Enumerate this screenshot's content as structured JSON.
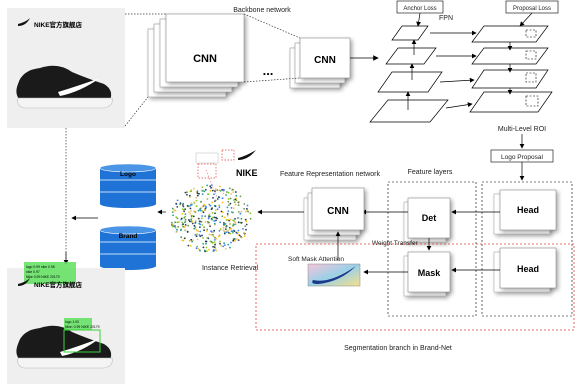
{
  "labels": {
    "backbone": "Backbone network",
    "cnn": "CNN",
    "ellipsis": "...",
    "fpn": "FPN",
    "anchor_loss": "Anchor Loss",
    "proposal_loss": "Proposal Loss",
    "multi_level_roi": "Multi-Level ROI",
    "logo_proposal": "Logo Proposal",
    "feature_layers": "Feature layers",
    "feature_rep": "Feature Representation network",
    "det": "Det",
    "head": "Head",
    "mask": "Mask",
    "weight_transfer": "Weight Transfer",
    "soft_mask": "Soft Mask Attention",
    "instance_retrieval": "Instance Retrieval",
    "segmentation": "Segmentation branch in Brand-Net",
    "db_logo": "Logo",
    "db_brand": "Brand",
    "store_name": "NIKE官方旗舰店",
    "nike_text": "NIKE",
    "det_logo": "logo 1.00",
    "det_nike": "Nike: 0.99 NIKE 20179",
    "det_line1": "logo 0.99 nike 0.98",
    "det_line2": "nike 0.97",
    "det_line3": "Nike 0.99 NIKE 20179"
  },
  "colors": {
    "db_blue": "#1f73d6",
    "dashed_red": "#e0463c",
    "det_green": "#3cd13c",
    "soft_mask_blue": "#1b3a8c",
    "soft_mask_pink": "#f0a8c8"
  }
}
